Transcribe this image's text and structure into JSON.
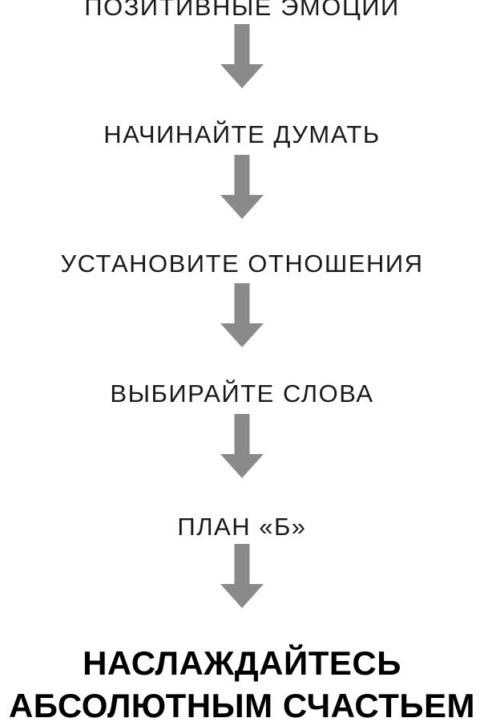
{
  "diagram": {
    "type": "flowchart-vertical",
    "direction": "top-to-bottom",
    "steps": [
      {
        "label": "ПОЗИТИВНЫЕ ЭМОЦИИ"
      },
      {
        "label": "НАЧИНАЙТЕ ДУМАТЬ"
      },
      {
        "label": "УСТАНОВИТЕ ОТНОШЕНИЯ"
      },
      {
        "label": "ВЫБИРАЙТЕ СЛОВА"
      },
      {
        "label": "ПЛАН «Б»"
      }
    ],
    "final_title": {
      "line1": "НАСЛАЖДАЙТЕСЬ",
      "line2": "АБСОЛЮТНЫМ СЧАСТЬЕМ"
    },
    "connector_icon": "down-arrow-icon",
    "colors": {
      "background": "#ffffff",
      "step_text": "#1a1a1a",
      "final_text": "#000000",
      "arrow": "#8a8a8a"
    }
  }
}
